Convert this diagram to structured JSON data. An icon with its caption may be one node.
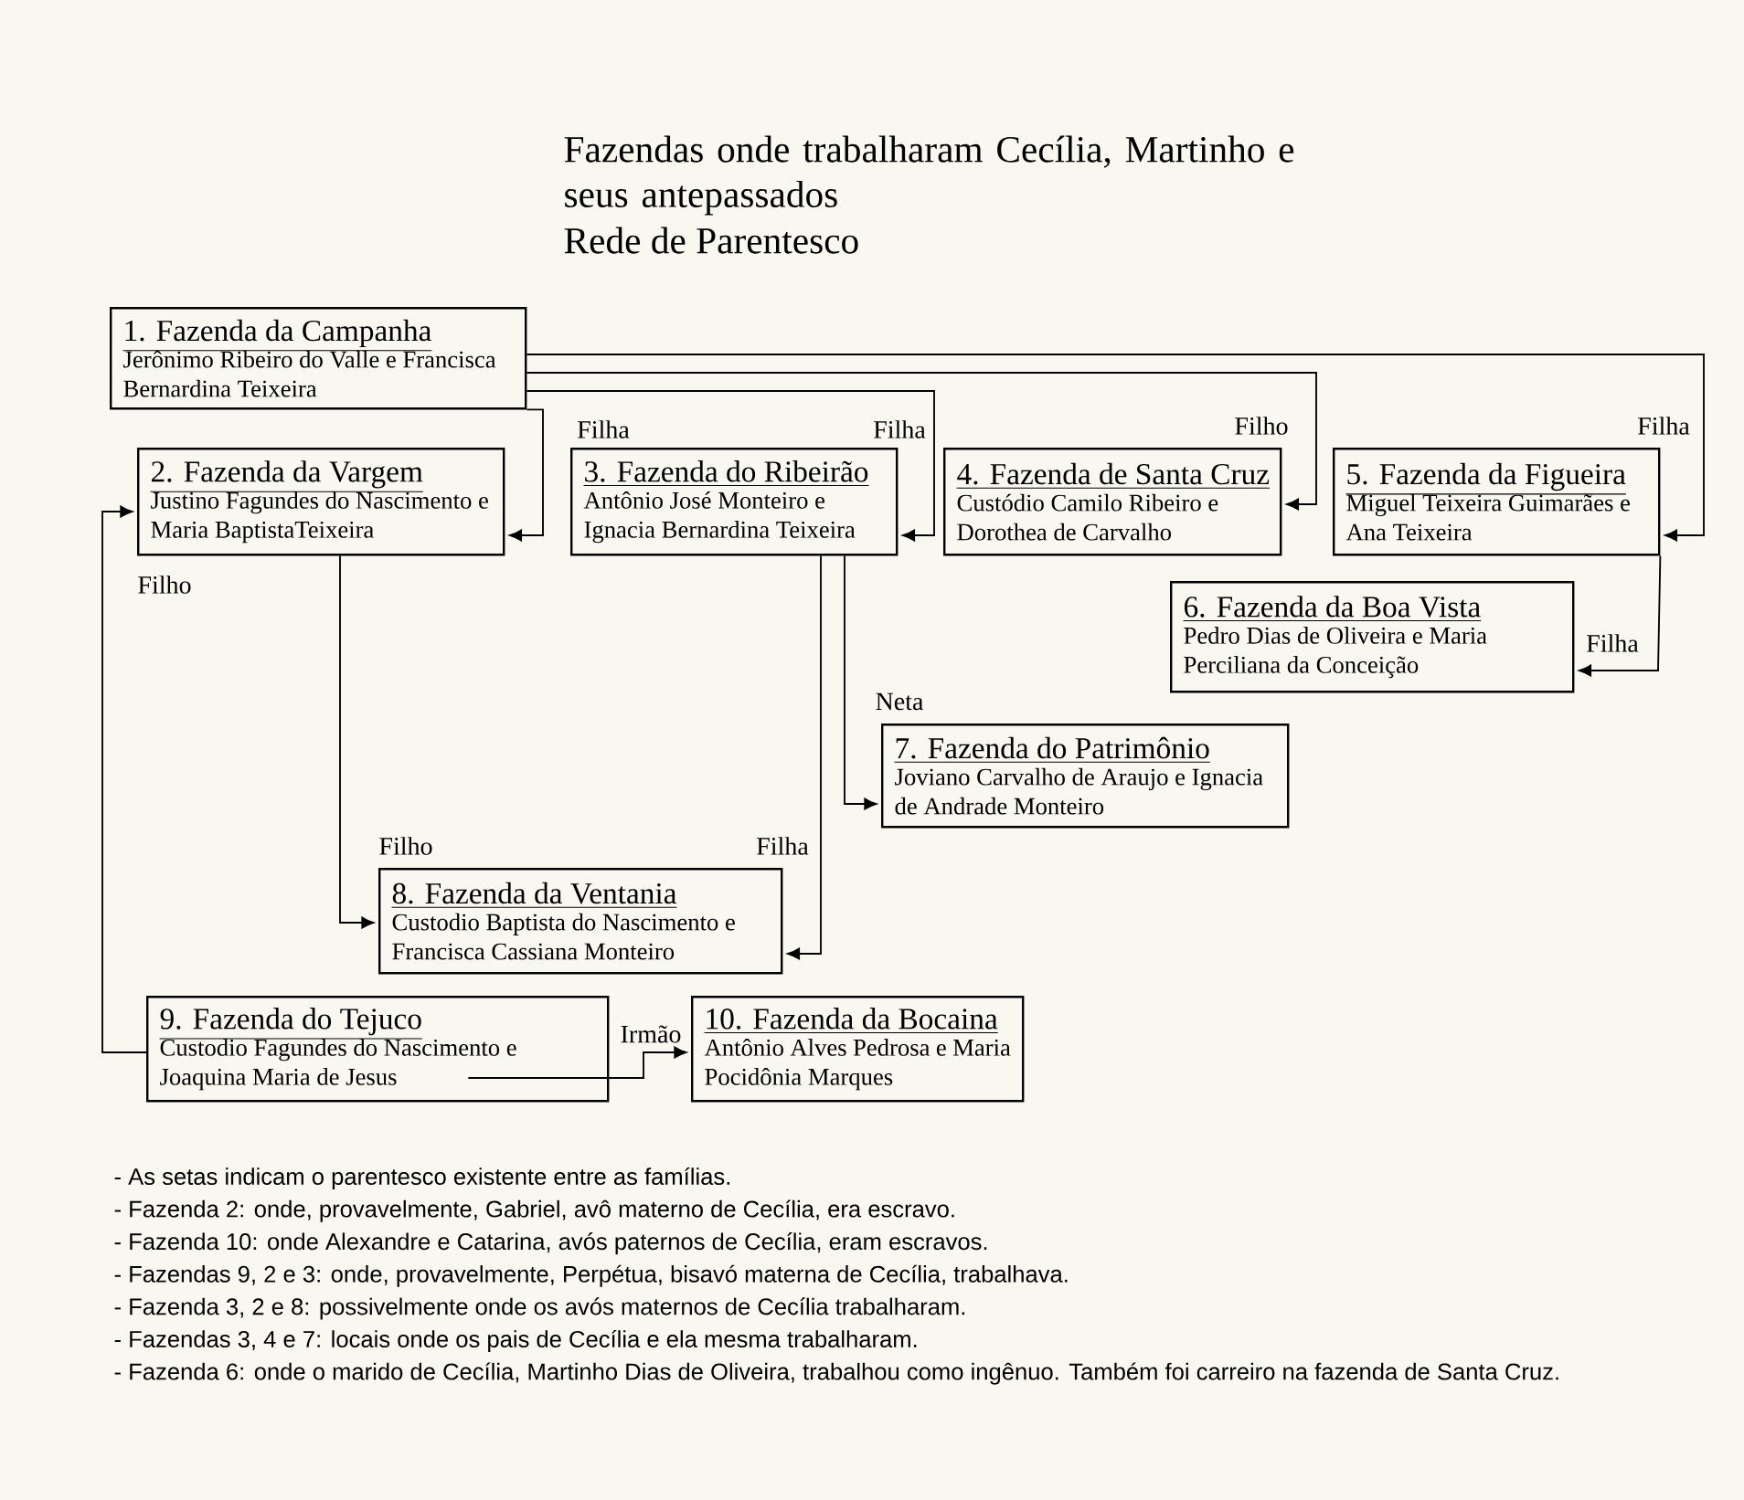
{
  "diagram": {
    "title": "Fazendas onde trabalharam Cecília, Martinho e seus antepassados",
    "nodes": [
      {
        "text": [
          "1. Fazenda da Campanha",
          "Jerônimo Ribeiro do Valle e Francisca Bernardina Teixeira"
        ]
      },
      {
        "text": [
          "2. Fazenda da Vargem",
          "Justino Fagundes do Nascimento e Maria BaptistaTeixeira"
        ]
      },
      {
        "text": [
          "3. Fazenda do Ribeirão",
          "Antônio José Monteiro e Ignacia Bernardina Teixeira"
        ]
      },
      {
        "text": [
          "4. Fazenda de Santa Cruz",
          "Custódio Camilo Ribeiro e Dorothea de Carvalho"
        ]
      },
      {
        "text": [
          "5. Fazenda da Figueira",
          "Miguel Teixeira Guimarães e Ana Teixeira"
        ]
      },
      {
        "text": [
          "6. Fazenda da Boa Vista",
          "Pedro Dias de Oliveira e Maria Perciliana da Conceição"
        ]
      },
      {
        "text": [
          "7. Fazenda do Patrimônio",
          "Joviano Carvalho de Araujo e Ignacia de Andrade Monteiro"
        ]
      },
      {
        "text": [
          "8. Fazenda da Ventania",
          "Custodio Baptista do Nascimento e Francisca Cassiana Monteiro"
        ]
      },
      {
        "text": [
          "9. Fazenda do Tejuco",
          "Custodio Fagundes do Nascimento e Joaquina Maria de Jesus"
        ]
      },
      {
        "text": [
          "10. Fazenda da Bocaina",
          "Antônio Alves Pedrosa e Maria Pocidônia Marques"
        ]
      }
    ],
    "edges": [
      {
        "from": 0,
        "to": 1,
        "arrow": "to",
        "label": "Filha"
      },
      {
        "from": 0,
        "to": 2,
        "arrow": "to",
        "label": "Filha"
      },
      {
        "from": 0,
        "to": 3,
        "arrow": "to",
        "label": "Filho"
      },
      {
        "from": 0,
        "to": 4,
        "arrow": "to",
        "label": "Filha"
      },
      {
        "from": 4,
        "to": 5,
        "arrow": "to",
        "label": "Filha"
      },
      {
        "from": 2,
        "to": 6,
        "arrow": "to",
        "label": "Neta"
      },
      {
        "from": 1,
        "to": 7,
        "arrow": "to",
        "label": "Filho"
      },
      {
        "from": 2,
        "to": 7,
        "arrow": "to",
        "label": "Filha"
      },
      {
        "from": 8,
        "to": 1,
        "arrow": "to",
        "label": "Filho"
      },
      {
        "from": 8,
        "to": 9,
        "arrow": "to",
        "label": "Irmão"
      }
    ],
    "labels": [
      "Rede de Parentesco",
      "- As setas indicam o parentesco existente entre as famílias.",
      "- Fazenda 2: onde, provavelmente, Gabriel, avô materno de Cecília, era escravo.",
      "- Fazenda 10: onde Alexandre e Catarina, avós paternos de Cecília, eram escravos.",
      "- Fazendas 9, 2 e 3: onde, provavelmente, Perpétua, bisavó materna de Cecília, trabalhava.",
      "- Fazenda 3, 2 e 8: possivelmente onde os avós maternos de Cecília trabalharam.",
      "- Fazendas 3, 4 e 7: locais onde os pais de Cecília e ela mesma trabalharam.",
      "- Fazenda 6: onde o marido de Cecília, Martinho Dias de Oliveira, trabalhou como ingênuo. Também foi carreiro na fazenda de Santa Cruz."
    ]
  }
}
